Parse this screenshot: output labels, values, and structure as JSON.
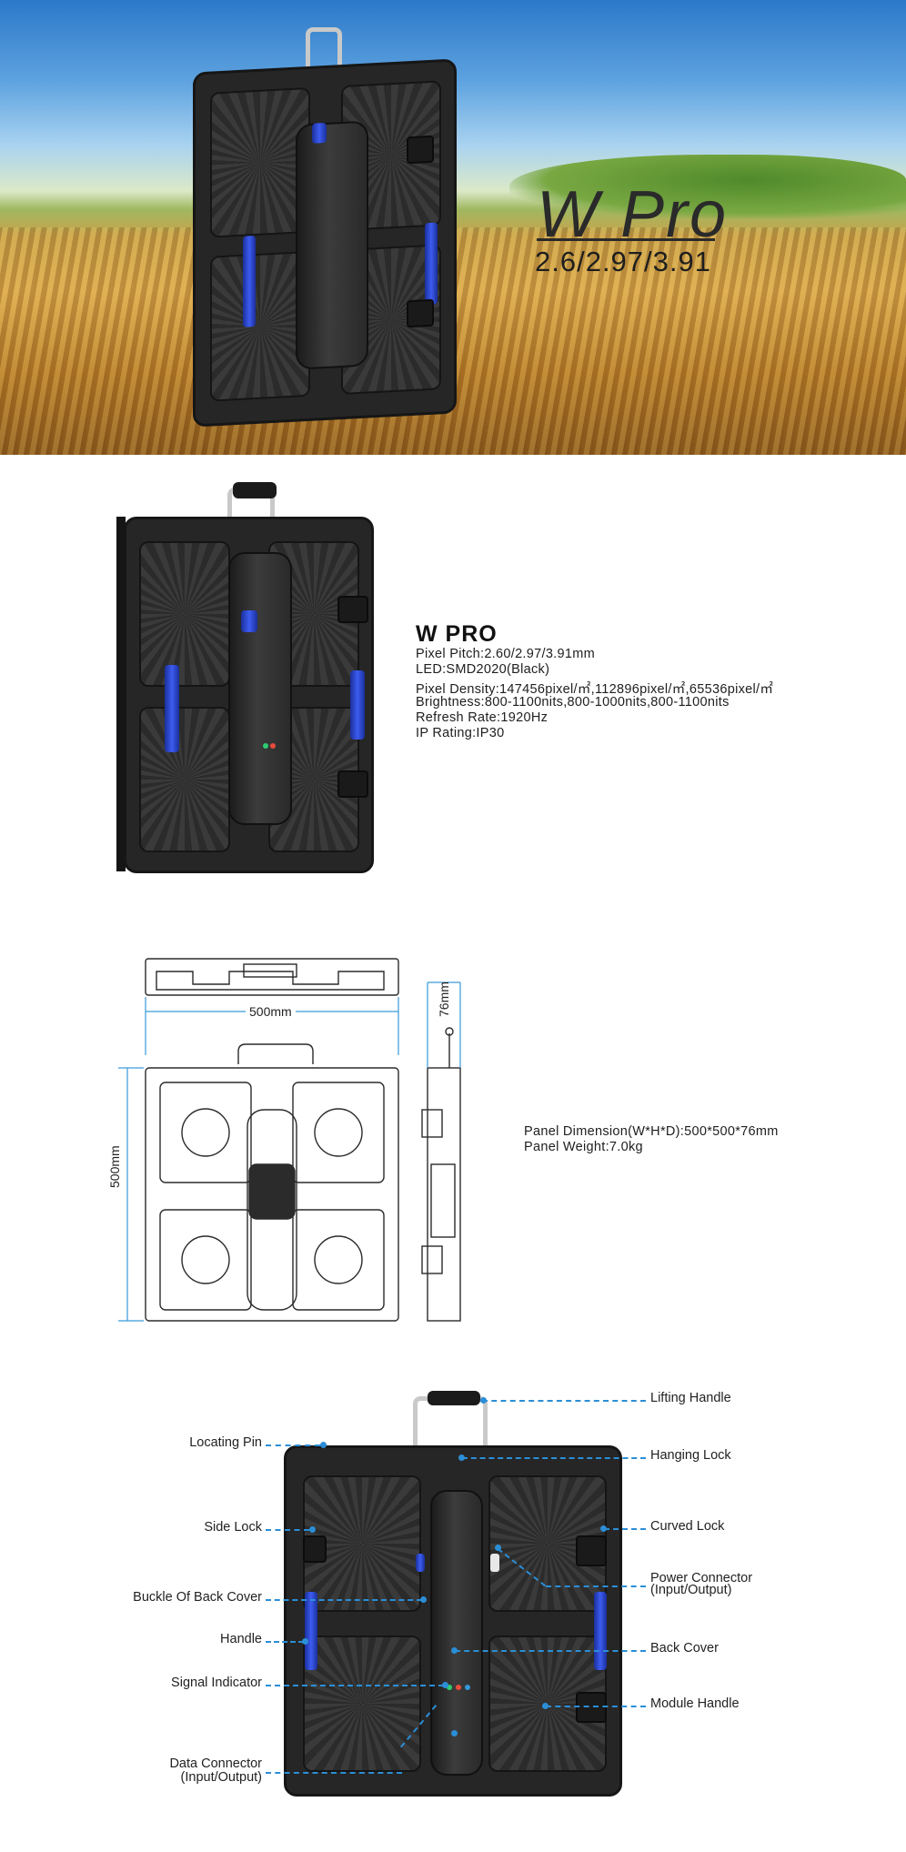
{
  "hero": {
    "title": "W Pro",
    "subtitle": "2.6/2.97/3.91"
  },
  "specs": {
    "title": "W PRO",
    "lines": [
      "Pixel Pitch:2.60/2.97/3.91mm",
      "LED:SMD2020(Black)",
      "Pixel Density:147456pixel/㎡,112896pixel/㎡,65536pixel/㎡",
      "Brightness:800-1100nits,800-1000nits,800-1100nits",
      "Refresh Rate:1920Hz",
      "IP Rating:IP30"
    ]
  },
  "dimensions": {
    "width_label": "500mm",
    "height_label": "500mm",
    "depth_label": "76mm",
    "panel_dimension": "Panel Dimension(W*H*D):500*500*76mm",
    "panel_weight": "Panel Weight:7.0kg"
  },
  "callouts": {
    "left": [
      "Locating Pin",
      "Side Lock",
      "Buckle Of Back Cover",
      "Handle",
      "Signal Indicator",
      "Data Connector",
      "(Input/Output)"
    ],
    "right": [
      "Lifting Handle",
      "Hanging Lock",
      "Curved Lock",
      "Power Connector",
      "(Input/Output)",
      "Back Cover",
      "Module Handle"
    ]
  },
  "colors": {
    "callout_line": "#2b8ed6",
    "dimension_line": "#3a9ad9",
    "handle_blue": "#3d5cf0"
  }
}
